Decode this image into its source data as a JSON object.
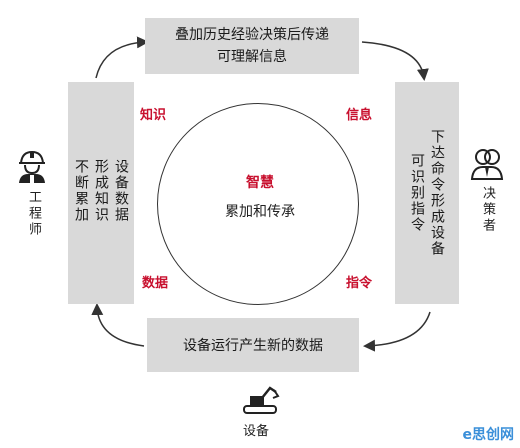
{
  "top_box": {
    "line1": "叠加历史经验决策后传递",
    "line2": "可理解信息"
  },
  "bottom_box": {
    "text": "设备运行产生新的数据"
  },
  "left_box": {
    "col1": "设备数据",
    "col2": "形成知识",
    "col3": "不断累加"
  },
  "right_box": {
    "col1": "下达命令形成设备",
    "col2": "可识别指令"
  },
  "corner_labels": {
    "top_left": "知识",
    "top_right": "信息",
    "bottom_left": "数据",
    "bottom_right": "指令"
  },
  "center": {
    "title": "智慧",
    "subtitle": "累加和传承"
  },
  "roles": {
    "engineer": "工程师",
    "decision_maker": "决策者",
    "equipment": "设备"
  },
  "icons": [
    "engineer-icon",
    "decision-maker-icon",
    "equipment-icon"
  ],
  "colors": {
    "accent_red": "#c8102e",
    "box_gray": "#d9d9d9"
  },
  "watermark": "e思创网"
}
